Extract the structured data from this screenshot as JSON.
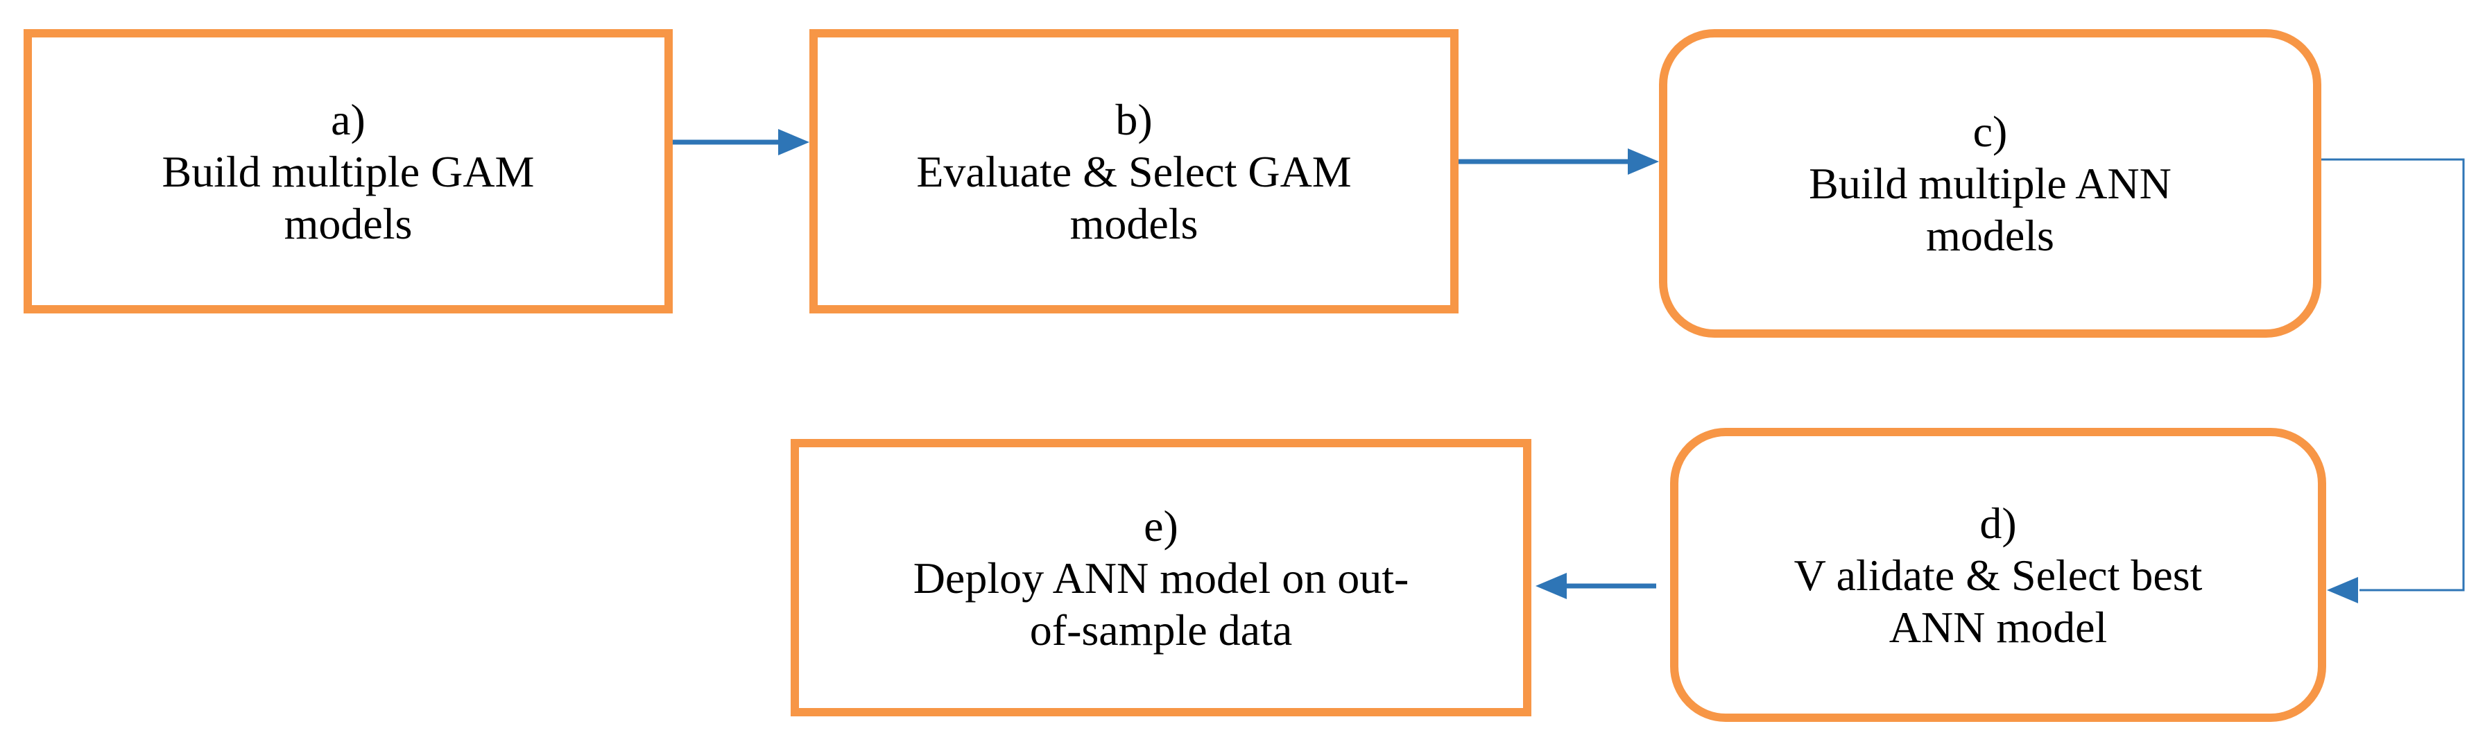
{
  "colors": {
    "box_border": "#F79646",
    "arrow": "#2E75B6",
    "text": "#000000",
    "background": "#FFFFFF"
  },
  "nodes": [
    {
      "id": "a",
      "shape": "rectangle",
      "lines": [
        "a)",
        "Build multiple GAM",
        "models"
      ]
    },
    {
      "id": "b",
      "shape": "rectangle",
      "lines": [
        "b)",
        "Evaluate & Select GAM",
        "models"
      ]
    },
    {
      "id": "c",
      "shape": "rounded-rectangle",
      "lines": [
        "c)",
        "Build multiple ANN",
        "models"
      ]
    },
    {
      "id": "d",
      "shape": "rounded-rectangle",
      "lines": [
        "d)",
        "V alidate & Select best",
        "ANN model"
      ]
    },
    {
      "id": "e",
      "shape": "rectangle",
      "lines": [
        "e)",
        "Deploy ANN model on out-",
        "of-sample data"
      ]
    }
  ],
  "edges": [
    {
      "from": "a",
      "to": "b"
    },
    {
      "from": "b",
      "to": "c"
    },
    {
      "from": "c",
      "to": "d"
    },
    {
      "from": "d",
      "to": "e"
    }
  ]
}
